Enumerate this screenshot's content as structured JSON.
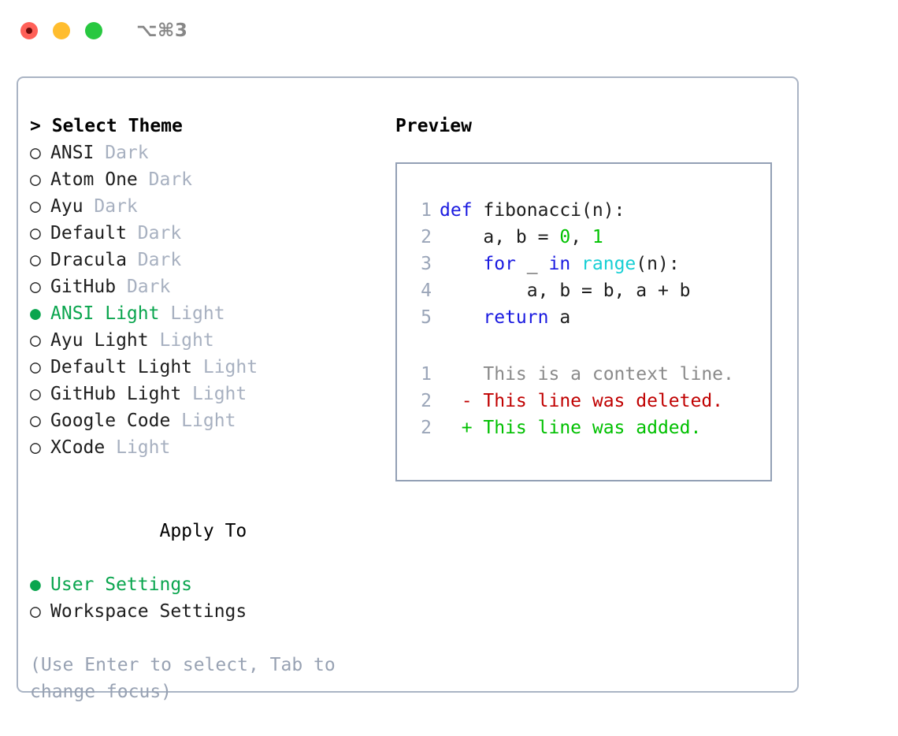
{
  "window": {
    "shortcut": "⌥⌘3",
    "traffic_lights": [
      {
        "name": "close",
        "color": "#ff6058"
      },
      {
        "name": "minimize",
        "color": "#ffbd2e"
      },
      {
        "name": "maximize",
        "color": "#28c840"
      }
    ]
  },
  "theme_picker": {
    "heading": "> Select Theme",
    "selected_marker": "●",
    "unselected_marker": "○",
    "options": [
      {
        "marker": "○",
        "label": "ANSI",
        "suffix": "Dark",
        "selected": false
      },
      {
        "marker": "○",
        "label": "Atom One",
        "suffix": "Dark",
        "selected": false
      },
      {
        "marker": "○",
        "label": "Ayu",
        "suffix": "Dark",
        "selected": false
      },
      {
        "marker": "○",
        "label": "Default",
        "suffix": "Dark",
        "selected": false
      },
      {
        "marker": "○",
        "label": "Dracula",
        "suffix": "Dark",
        "selected": false
      },
      {
        "marker": "○",
        "label": "GitHub",
        "suffix": "Dark",
        "selected": false
      },
      {
        "marker": "●",
        "label": "ANSI Light",
        "suffix": "Light",
        "selected": true
      },
      {
        "marker": "○",
        "label": "Ayu Light",
        "suffix": "Light",
        "selected": false
      },
      {
        "marker": "○",
        "label": "Default Light",
        "suffix": "Light",
        "selected": false
      },
      {
        "marker": "○",
        "label": "GitHub Light",
        "suffix": "Light",
        "selected": false
      },
      {
        "marker": "○",
        "label": "Google Code",
        "suffix": "Light",
        "selected": false
      },
      {
        "marker": "○",
        "label": "XCode",
        "suffix": "Light",
        "selected": false
      }
    ]
  },
  "apply_to": {
    "heading": "Apply To",
    "options": [
      {
        "marker": "●",
        "label": "User Settings",
        "selected": true
      },
      {
        "marker": "○",
        "label": "Workspace Settings",
        "selected": false
      }
    ]
  },
  "hint": "(Use Enter to select, Tab to\nchange focus)",
  "preview": {
    "title": "Preview",
    "code_lines": [
      {
        "no": "1",
        "tokens": [
          {
            "t": "def ",
            "c": "k"
          },
          {
            "t": "fibonacci(n):",
            "c": "pl"
          }
        ]
      },
      {
        "no": "2",
        "tokens": [
          {
            "t": "    a, b = ",
            "c": "pl"
          },
          {
            "t": "0",
            "c": "num"
          },
          {
            "t": ", ",
            "c": "pl"
          },
          {
            "t": "1",
            "c": "num"
          }
        ]
      },
      {
        "no": "3",
        "tokens": [
          {
            "t": "    ",
            "c": "pl"
          },
          {
            "t": "for",
            "c": "k"
          },
          {
            "t": " _ ",
            "c": "pl"
          },
          {
            "t": "in",
            "c": "k"
          },
          {
            "t": " ",
            "c": "pl"
          },
          {
            "t": "range",
            "c": "bi"
          },
          {
            "t": "(n):",
            "c": "pl"
          }
        ]
      },
      {
        "no": "4",
        "tokens": [
          {
            "t": "        a, b = b, a + b",
            "c": "pl"
          }
        ]
      },
      {
        "no": "5",
        "tokens": [
          {
            "t": "    ",
            "c": "pl"
          },
          {
            "t": "return",
            "c": "k"
          },
          {
            "t": " a",
            "c": "pl"
          }
        ]
      }
    ],
    "diff_lines": [
      {
        "no": "1",
        "sign": " ",
        "text": "This is a context line.",
        "kind": "d-ctx"
      },
      {
        "no": "2",
        "sign": "-",
        "text": "This line was deleted.",
        "kind": "d-del"
      },
      {
        "no": "2",
        "sign": "+",
        "text": "This line was added.",
        "kind": "d-add"
      }
    ]
  },
  "colors": {
    "accent_green": "#0aa54e",
    "keyword_blue": "#1a1ae0",
    "builtin_cyan": "#17cfd4",
    "number_green": "#00c200",
    "muted_grey": "#a7b0c0",
    "hint_grey": "#98a2b3",
    "border_grey": "#aab4c4",
    "diff_add": "#00c000",
    "diff_del": "#c00000"
  }
}
